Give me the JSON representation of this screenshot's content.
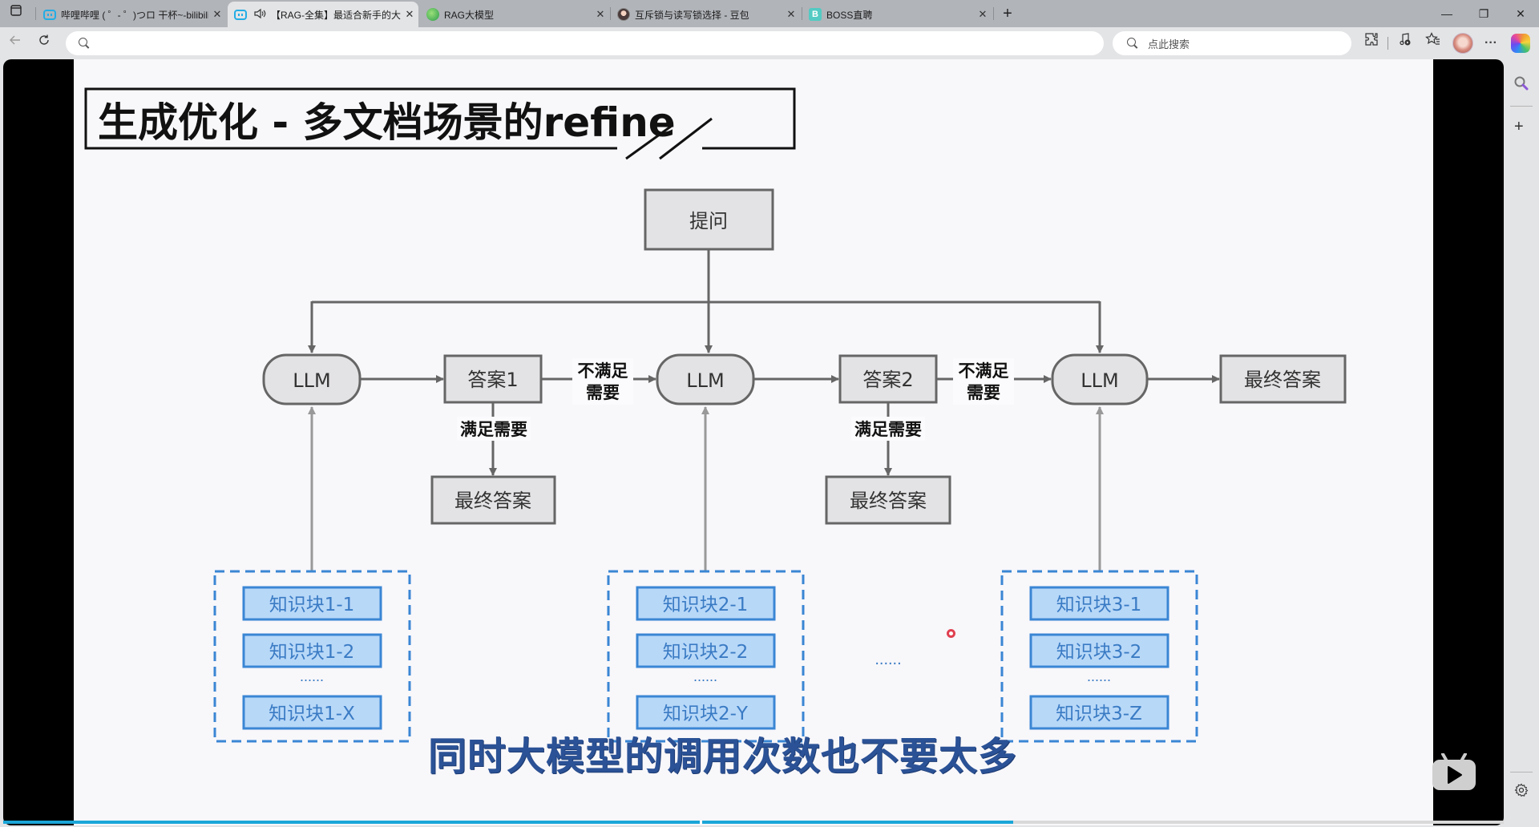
{
  "browser": {
    "tabs": [
      {
        "title": "哔哩哔哩 ( ゜- ゜)つロ 干杯~-bilibili",
        "favicon": "bilibili-icon",
        "active": false
      },
      {
        "title": "【RAG-全集】最适合新手的大模型",
        "favicon": "bilibili-icon",
        "active": true,
        "audio": "speaker-icon"
      },
      {
        "title": "RAG大模型",
        "favicon": "green-leaf-icon",
        "active": false
      },
      {
        "title": "互斥锁与读写锁选择 - 豆包",
        "favicon": "doubao-avatar-icon",
        "active": false
      },
      {
        "title": "BOSS直聘",
        "favicon": "boss-icon",
        "favicon_letter": "B",
        "active": false
      }
    ],
    "new_tab_label": "+",
    "address_value": "",
    "search_placeholder": "点此搜索",
    "window_controls": {
      "minimize": "—",
      "restore": "❐",
      "close": "✕"
    },
    "toolbar_icons": [
      "back-icon",
      "refresh-icon",
      "extensions-icon",
      "media-control-icon",
      "favorites-icon",
      "profile-avatar",
      "more-icon",
      "copilot-icon"
    ],
    "side_panel_icons": [
      "search-icon",
      "add-icon",
      "settings-icon"
    ]
  },
  "slide": {
    "title": "生成优化 - 多文档场景的refine",
    "question_label": "提问",
    "llm_label": "LLM",
    "answers": [
      "答案1",
      "答案2"
    ],
    "final_answer_label": "最终答案",
    "not_satisfied_line1": "不满足",
    "not_satisfied_line2": "需要",
    "satisfied_label": "满足需要",
    "chunk_groups": [
      {
        "chunks": [
          "知识块1-1",
          "知识块1-2",
          "知识块1-X"
        ]
      },
      {
        "chunks": [
          "知识块2-1",
          "知识块2-2",
          "知识块2-Y"
        ]
      },
      {
        "chunks": [
          "知识块3-1",
          "知识块3-2",
          "知识块3-Z"
        ]
      }
    ],
    "ellipsis": "......",
    "colors": {
      "node_fill": "#e3e2e4",
      "node_stroke": "#666666",
      "chunk_fill": "#b8d8f8",
      "chunk_stroke": "#3a86d4",
      "chunk_text": "#3a7bc4",
      "subtitle": "#2b5296"
    }
  },
  "video": {
    "subtitle": "同时大模型的调用次数也不要太多",
    "progress": 0.673,
    "chapter_marker": 0.464
  }
}
